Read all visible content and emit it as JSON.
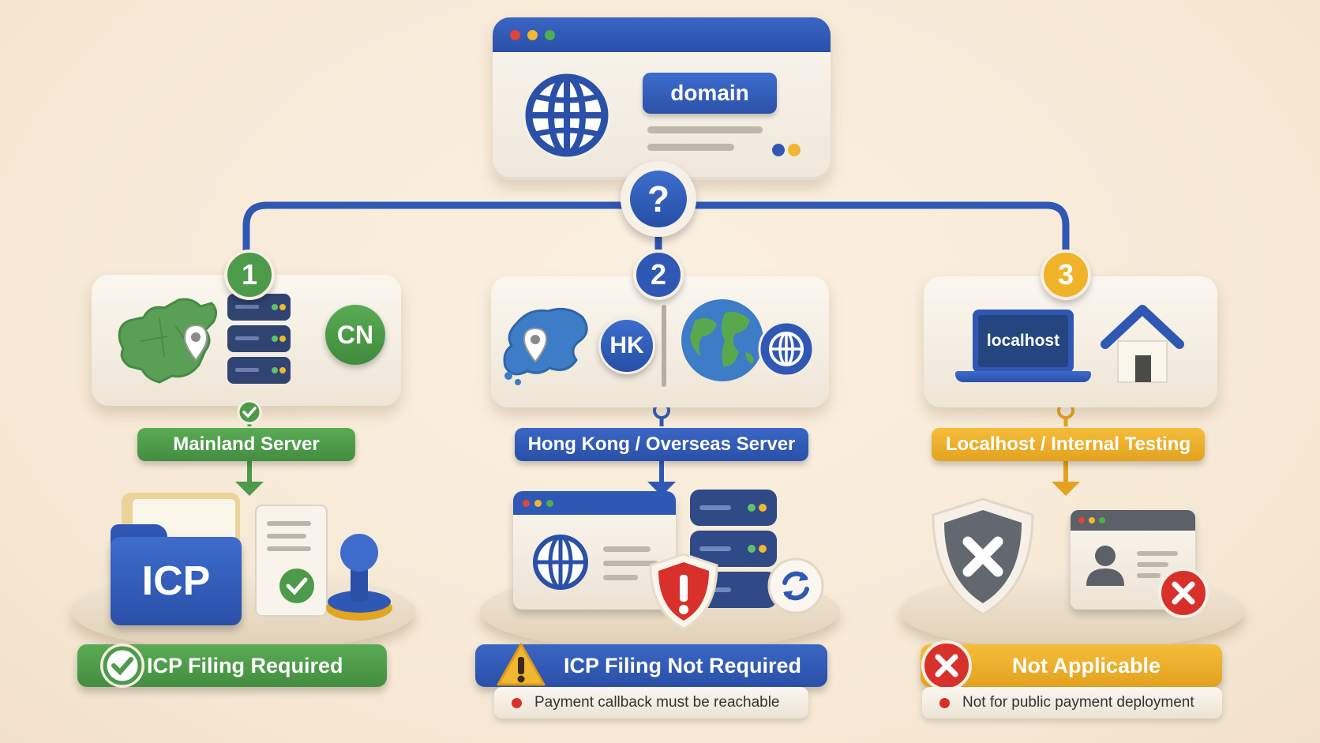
{
  "top": {
    "domain_label": "domain",
    "question_mark": "?"
  },
  "branches": [
    {
      "number": "1",
      "region_badge": "CN",
      "label": "Mainland Server",
      "result_icon_text": "ICP",
      "result": "ICP Filing Required",
      "color": "#4c9a4a"
    },
    {
      "number": "2",
      "region_badge": "HK",
      "label": "Hong Kong / Overseas Server",
      "result": "ICP Filing Not Required",
      "note": "Payment callback must be reachable",
      "color": "#2f58b4"
    },
    {
      "number": "3",
      "screen_text": "localhost",
      "label": "Localhost / Internal Testing",
      "result": "Not Applicable",
      "note": "Not for public payment deployment",
      "color": "#efb229"
    }
  ],
  "icons": [
    "globe-icon",
    "question-icon",
    "china-map-icon",
    "server-icon",
    "check-icon",
    "hong-kong-map-icon",
    "earth-icon",
    "laptop-icon",
    "house-icon",
    "folder-icon",
    "document-icon",
    "stamp-icon",
    "warning-shield-icon",
    "refresh-icon",
    "shield-x-icon",
    "profile-window-icon",
    "warning-icon",
    "x-icon"
  ]
}
